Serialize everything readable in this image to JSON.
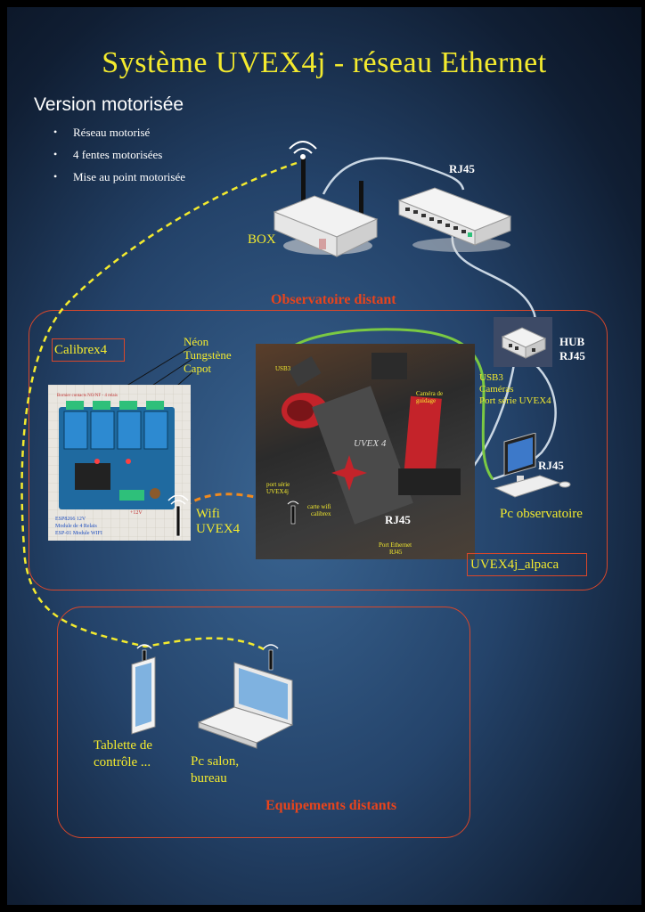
{
  "title": "Système UVEX4j -  réseau Ethernet",
  "subtitle": "Version motorisée",
  "features": [
    "Réseau motorisé",
    "4 fentes motorisées",
    "Mise au point motorisée"
  ],
  "labels": {
    "box": "BOX",
    "rj45_switch": "RJ45",
    "observatoire": "Observatoire distant",
    "hub_line1": "HUB",
    "hub_line2": "RJ45",
    "calibrex": "Calibrex4",
    "neon": "Néon",
    "tungstene": "Tungstène",
    "capot": "Capot",
    "usb3_line1": "USB3",
    "usb3_line2": "Caméras",
    "usb3_line3": "Port série UVEX4",
    "rj45_pc": "RJ45",
    "pc_observatoire": "Pc observatoire",
    "wifi_line1": "Wifi",
    "wifi_line2": "UVEX4",
    "rj45_photo": "RJ45",
    "alpaca": "UVEX4j_alpaca",
    "tablette_line1": "Tablette de",
    "tablette_line2": "contrôle ...",
    "pc_salon_line1": "Pc salon,",
    "pc_salon_line2": "bureau",
    "equipements": "Equipements distants"
  },
  "photo_annotations": {
    "usb3": "USB3",
    "camera_spectrum_line1": "Caméra de",
    "camera_spectrum_line2": "guidage",
    "port_serie_line1": "port série",
    "port_serie_line2": "UVEX4j",
    "carte_wifi_line1": "carte wifi",
    "carte_wifi_line2": "calibrex",
    "port_ethernet_line1": "Port Ethernet",
    "port_ethernet_line2": "RJ45",
    "brand_uvex": "UVEX 4"
  },
  "board_annotations": {
    "header": "Bornier contacts NO/NF - 4 relais",
    "esp_line1": "ESP8266 12V",
    "esp_line2": "Module de 4 Relais",
    "esp_line3": "ESP-01 Module WIFI",
    "v12": "+12V"
  },
  "colors": {
    "title": "#f3ea2e",
    "region_border": "#d9472a",
    "region_label": "#e8441c",
    "wifi_link": "#f3ea2e",
    "wifi_uvex_link": "#f08a1e",
    "usb_cable": "#7ac943",
    "ethernet_cable": "#c9d6e3"
  }
}
